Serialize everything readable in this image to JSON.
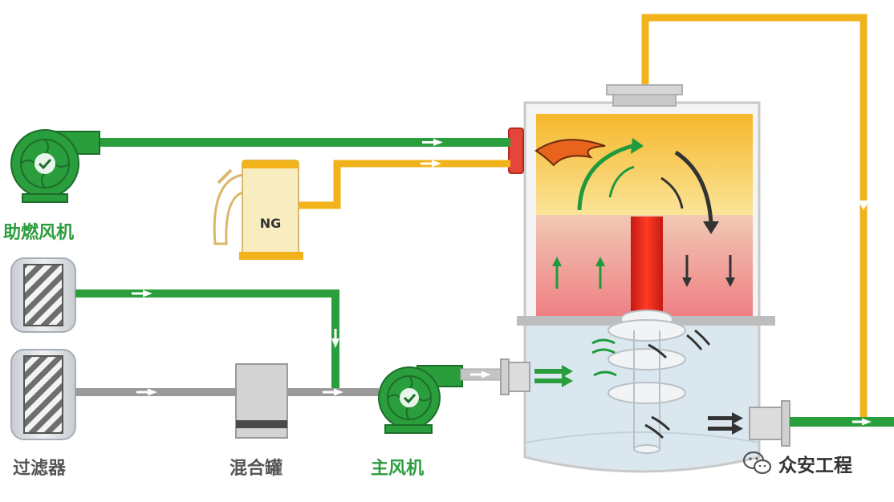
{
  "labels": {
    "combustion_fan": "助燃风机",
    "filter": "过滤器",
    "mixing_tank": "混合罐",
    "main_fan": "主风机",
    "ng": "NG"
  },
  "watermark": {
    "text": "众安工程",
    "icon": "wechat-icon"
  },
  "colors": {
    "green": "#2a9d3c",
    "gray_pipe": "#9a9a9a",
    "yellow_pipe": "#f2b31a",
    "dark_label": "#555555",
    "red_column": "#e3261b",
    "hot_zone": "#f7c94a",
    "lower_zone": "#dbe7ef"
  }
}
